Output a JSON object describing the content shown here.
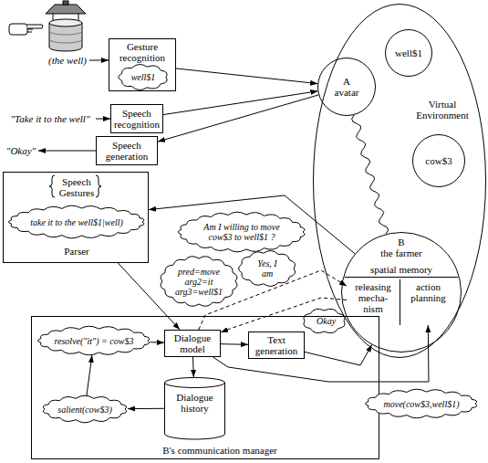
{
  "diagram": {
    "nodes": [
      {
        "text": [
          "Gesture recognition"
        ]
      },
      {
        "text": [
          "well$1"
        ],
        "in": 0
      },
      {
        "text": [
          "Speech recognition"
        ]
      },
      {
        "text": [
          "Speech generation"
        ]
      },
      {
        "text": [
          "Virtual Environment"
        ]
      },
      {
        "text": [
          "well$1"
        ],
        "in": 4
      },
      {
        "text": [
          "A",
          "avatar"
        ],
        "in": 4
      },
      {
        "text": [
          "cow$3"
        ],
        "in": 4
      },
      {
        "text": [
          "B",
          "the farmer"
        ],
        "in": 4
      },
      {
        "text": [
          "spatial memory"
        ],
        "in": 8
      },
      {
        "text": [
          "releasing mecha- nism"
        ],
        "in": 8
      },
      {
        "text": [
          "action planning"
        ],
        "in": 8
      },
      {
        "text": [
          "Speech Gestures",
          "Parser"
        ]
      },
      {
        "text": [
          "take it to the well$1|well)"
        ],
        "in": 12
      },
      {
        "text": [
          "pred=move arg2=it arg3=well$1"
        ]
      },
      {
        "text": [
          "Am I willing to move cow$3 to well$1 ?"
        ]
      },
      {
        "text": [
          "Yes, I am"
        ]
      },
      {
        "text": [
          "Okay"
        ]
      },
      {
        "text": [
          "B's communication manager"
        ]
      },
      {
        "text": [
          "resolve(\"it\") = cow$3"
        ],
        "in": 18
      },
      {
        "text": [
          "Dialogue model"
        ],
        "in": 18
      },
      {
        "text": [
          "Text generation"
        ],
        "in": 18
      },
      {
        "text": [
          "Dialogue history"
        ],
        "in": 18
      },
      {
        "text": [
          "salient(cow$3)"
        ],
        "in": 18
      },
      {
        "text": [
          "move(cow$3,well$1)"
        ]
      }
    ],
    "edges": [
      {
        "from": 0,
        "to": 6,
        "arrow": "to"
      },
      {
        "from": 2,
        "to": 6,
        "arrow": "to"
      },
      {
        "from": 6,
        "to": 3,
        "arrow": "to"
      },
      {
        "from": 6,
        "to": 8,
        "arrow": "none"
      },
      {
        "from": 8,
        "to": 12,
        "arrow": "to"
      },
      {
        "from": 12,
        "to": 20,
        "arrow": "to"
      },
      {
        "from": 20,
        "to": 10,
        "arrow": "to"
      },
      {
        "from": 10,
        "to": 20,
        "arrow": "to"
      },
      {
        "from": 20,
        "to": 21,
        "arrow": "to"
      },
      {
        "from": 21,
        "to": 8,
        "arrow": "to"
      },
      {
        "from": 20,
        "to": 11,
        "arrow": "to"
      },
      {
        "from": 20,
        "to": 22,
        "arrow": "to"
      },
      {
        "from": 22,
        "to": 23,
        "arrow": "to"
      },
      {
        "from": 23,
        "to": 19,
        "arrow": "to"
      },
      {
        "from": 19,
        "to": 20,
        "arrow": "to"
      }
    ],
    "labels": [
      "(the well)",
      "\"Take it to the well\"",
      "\"Okay\""
    ]
  }
}
